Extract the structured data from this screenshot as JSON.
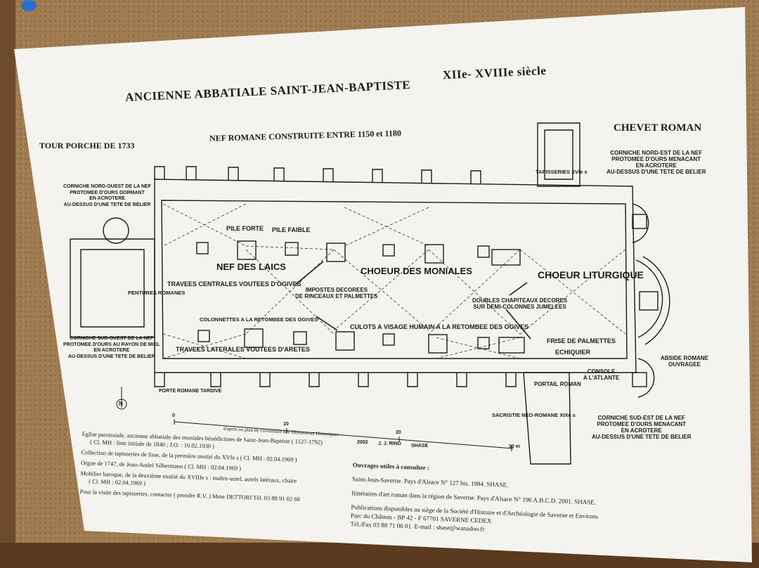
{
  "title_main": "ANCIENNE ABBATIALE SAINT-JEAN-BAPTISTE",
  "title_century": "XIIe- XVIIIe siècle",
  "tour_porche": "TOUR PORCHE DE 1733",
  "nef_romane": "NEF ROMANE CONSTRUITE ENTRE 1150 et 1180",
  "chevet_roman": "CHEVET ROMAN",
  "corniche_ne": [
    "CORNICHE NORD-EST DE LA NEF",
    "PROTOMEE D'OURS MENACANT",
    "EN ACROTERE",
    "AU-DESSUS D'UNE TETE DE BELIER"
  ],
  "corniche_no": [
    "CORNICHE NORD-OUEST DE LA NEF",
    "PROTOMEE D'OURS DORMANT",
    "EN ACROTERE",
    "AU-DESSUS D'UNE TETE DE BELIER"
  ],
  "corniche_so": [
    "CORNICHE SUD-OUEST DE LA NEF",
    "PROTOMEE D'OURS AU RAYON DE MIEL",
    "EN ACROTERE",
    "AU-DESSUS D'UNE TETE DE BELIER"
  ],
  "corniche_se": [
    "CORNICHE SUD-EST DE LA NEF",
    "PROTOMEE D'OURS MENACANT",
    "EN ACROTERE",
    "AU-DESSUS D'UNE TETE DE BELIER"
  ],
  "tapisseries": "TAPISSERIES XVIe s",
  "pile_forte": "PILE FORTE",
  "pile_faible": "PILE FAIBLE",
  "nef_laics": "NEF DES LAICS",
  "choeur_moniales": "CHOEUR DES MONIALES",
  "choeur_liturgique": "CHOEUR LITURGIQUE",
  "pentures": "PENTURES ROMANES",
  "travees_centrales": "TRAVEES CENTRALES VOUTEES D'OGIVES",
  "impostes": [
    "IMPOSTES DECOREES",
    "DE RINCEAUX ET PALMETTES"
  ],
  "doubles_chapiteaux": [
    "DOUBLES CHAPITEAUX DECORES",
    "SUR DEMI-COLONNES JUMELEES"
  ],
  "colonnettes": "COLONNETTES A LA RETOMBEE DES OGIVES",
  "culots": "CULOTS A VISAGE HUMAIN A LA RETOMBEE DES OGIVES",
  "frise": "FRISE DE PALMETTES",
  "travees_laterales": "TRAVEES LATERALES VOUTEES D'ARETES",
  "echiquier": "ECHIQUIER",
  "abside": [
    "ABSIDE ROMANE",
    "OUVRAGEE"
  ],
  "console": [
    "CONSOLE",
    "A L'ATLANTE"
  ],
  "portail": "PORTAIL ROMAN",
  "porte_romane": "PORTE ROMANE TARDIVE",
  "sacristie": "SACRISTIE NEO-ROMANE XIXe s",
  "north": "N",
  "scale_ticks": [
    "0",
    "10",
    "20",
    "30 m"
  ],
  "scale_source": "d'après un plan de l'inventaire des Monuments Historiques",
  "scale_credit": [
    "2002",
    "J. J. RING",
    "SHASE"
  ],
  "notes_left": [
    "Eglise paroissiale, ancienne abbatiale des moniales bénédictines de Saint-Jean-Baptiste ( 1127-1792)",
    "( Cl. MH : liste initiale de 1840 ; J.O. : 16.02.1930 )",
    "Collection de tapisseries de lisse, de la première moitié du XVIe s ( Cl. MH : 02.04.1969 )",
    "Orgue de 1747, de Jean-André Silbermann ( Cl. MH : 02.04.1969 )",
    "Mobilier baroque, de la deuxième moitié du XVIIIe s : maître-autel, autels latéraux, chaire",
    "( Cl. MH : 02.04.1969 )",
    "Pour la visite des tapisseries, contacter ( prendre R.V. ) Mme DETTORI    Tél. 03 88 91 02 60"
  ],
  "notes_right_title": "Ouvrages utiles à consulter :",
  "notes_right": [
    "Saint-Jean-Saverne. Pays d'Alsace N° 127 bis. 1984. SHASE.",
    "Itinéraires d'art roman dans la région de Saverne.  Pays d'Alsace N° 196 A.B.C.D. 2001. SHASE.",
    "Publications disponibles au siège de la Société d'Histoire et d'Archéologie de Saverne et Environs",
    "Parc du Château - BP 42 - F 67701 SAVERNE CEDEX",
    "Tél./Fax 03 88 71 06 01.  E-mail : shase@wanadoo.fr"
  ],
  "colors": {
    "ink": "#1a1a1a",
    "board": "#f4f3ef",
    "cork": "#a07c50",
    "pin": "#2b6fc9"
  }
}
